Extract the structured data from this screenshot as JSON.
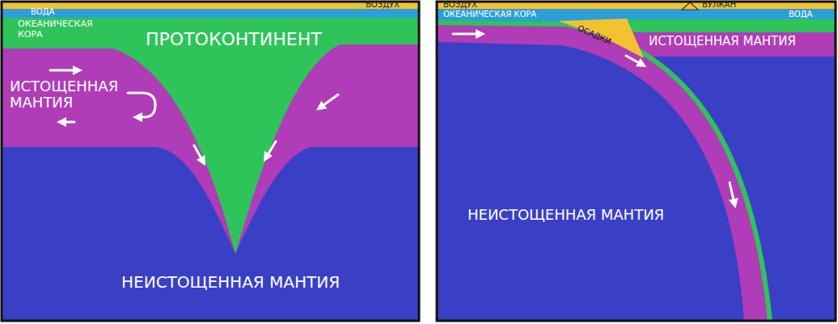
{
  "diagram": {
    "labels": [
      "ВОДА",
      "ВОЗДУХ",
      "ОКЕАНИЧЕСКАЯ КОРА",
      "ПРОТОКОНТИНЕНТ",
      "ИСТОЩЕННАЯ МАНТИЯ",
      "НЕИСТОЩЕННАЯ МАНТИЯ",
      "ВОЗДУХ",
      "ВУЛКАН",
      "ВОДА",
      "ОКЕАНИЧЕСКАЯ КОРА",
      "ОСАДКИ",
      "ИСТОЩЕННАЯ МАНТИЯ",
      "НЕИСТОЩЕННАЯ МАНТИЯ"
    ]
  }
}
